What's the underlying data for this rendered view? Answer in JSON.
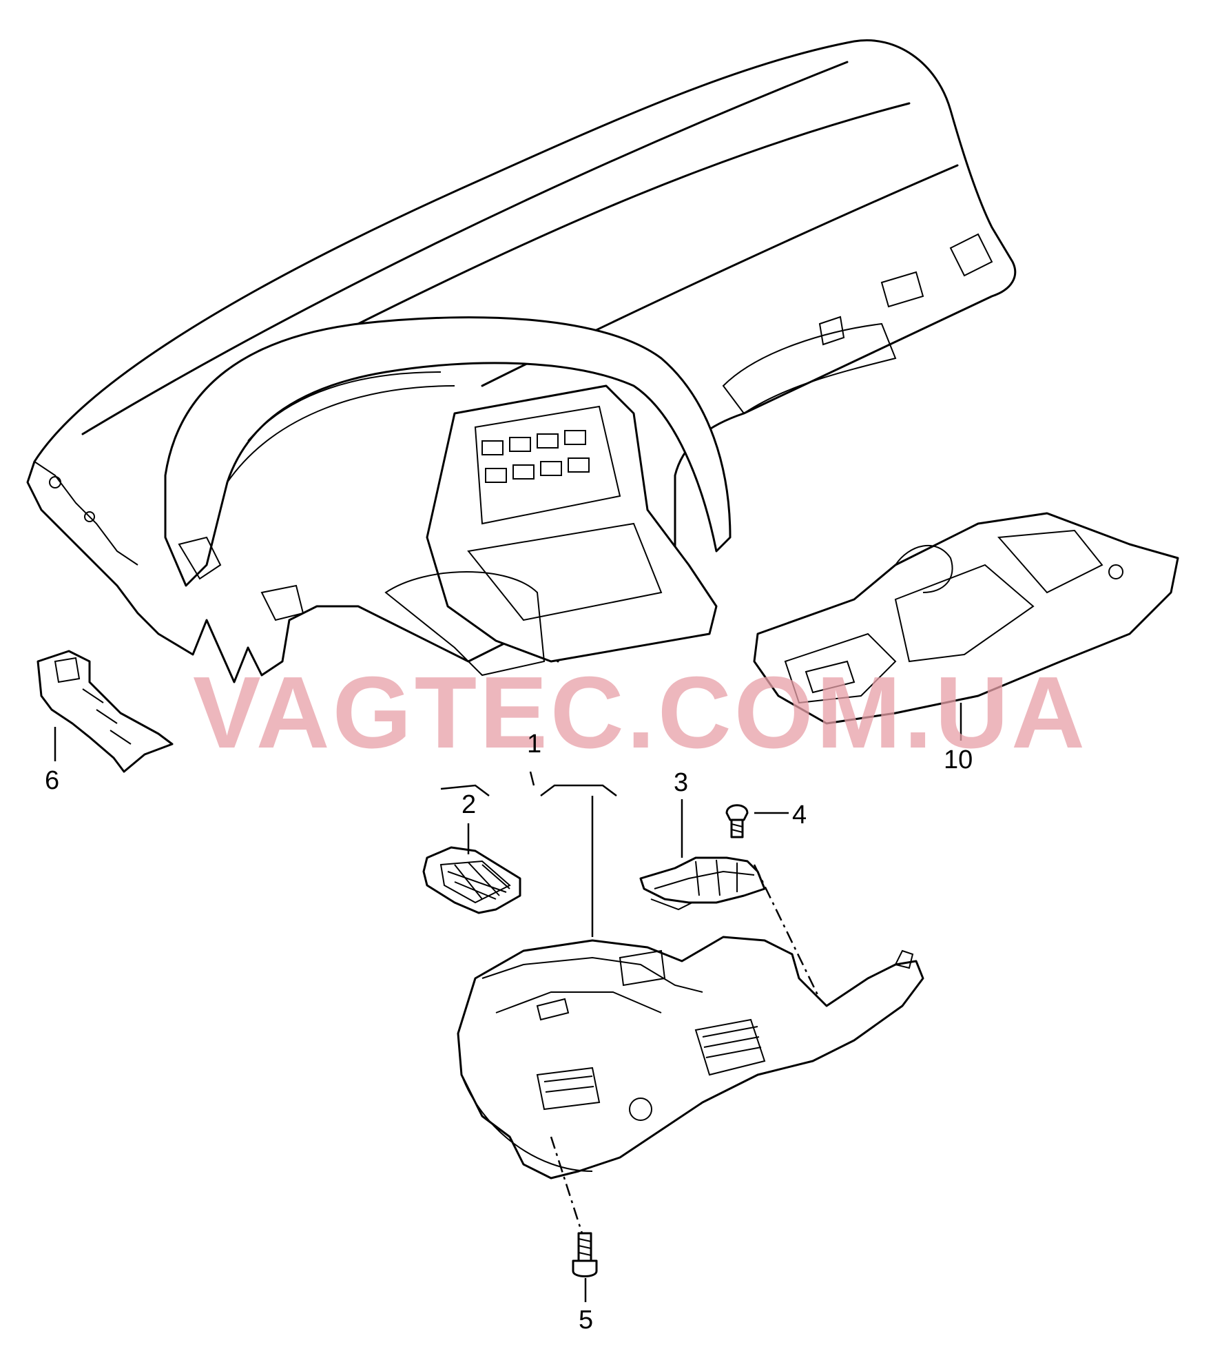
{
  "watermark": "VAGTEC.COM.UA",
  "callouts": {
    "c1": "1",
    "c2": "2",
    "c3": "3",
    "c4": "4",
    "c5": "5",
    "c6": "6",
    "c10": "10"
  },
  "colors": {
    "line": "#000000",
    "background": "#ffffff",
    "watermark": "#e8a0a8"
  }
}
